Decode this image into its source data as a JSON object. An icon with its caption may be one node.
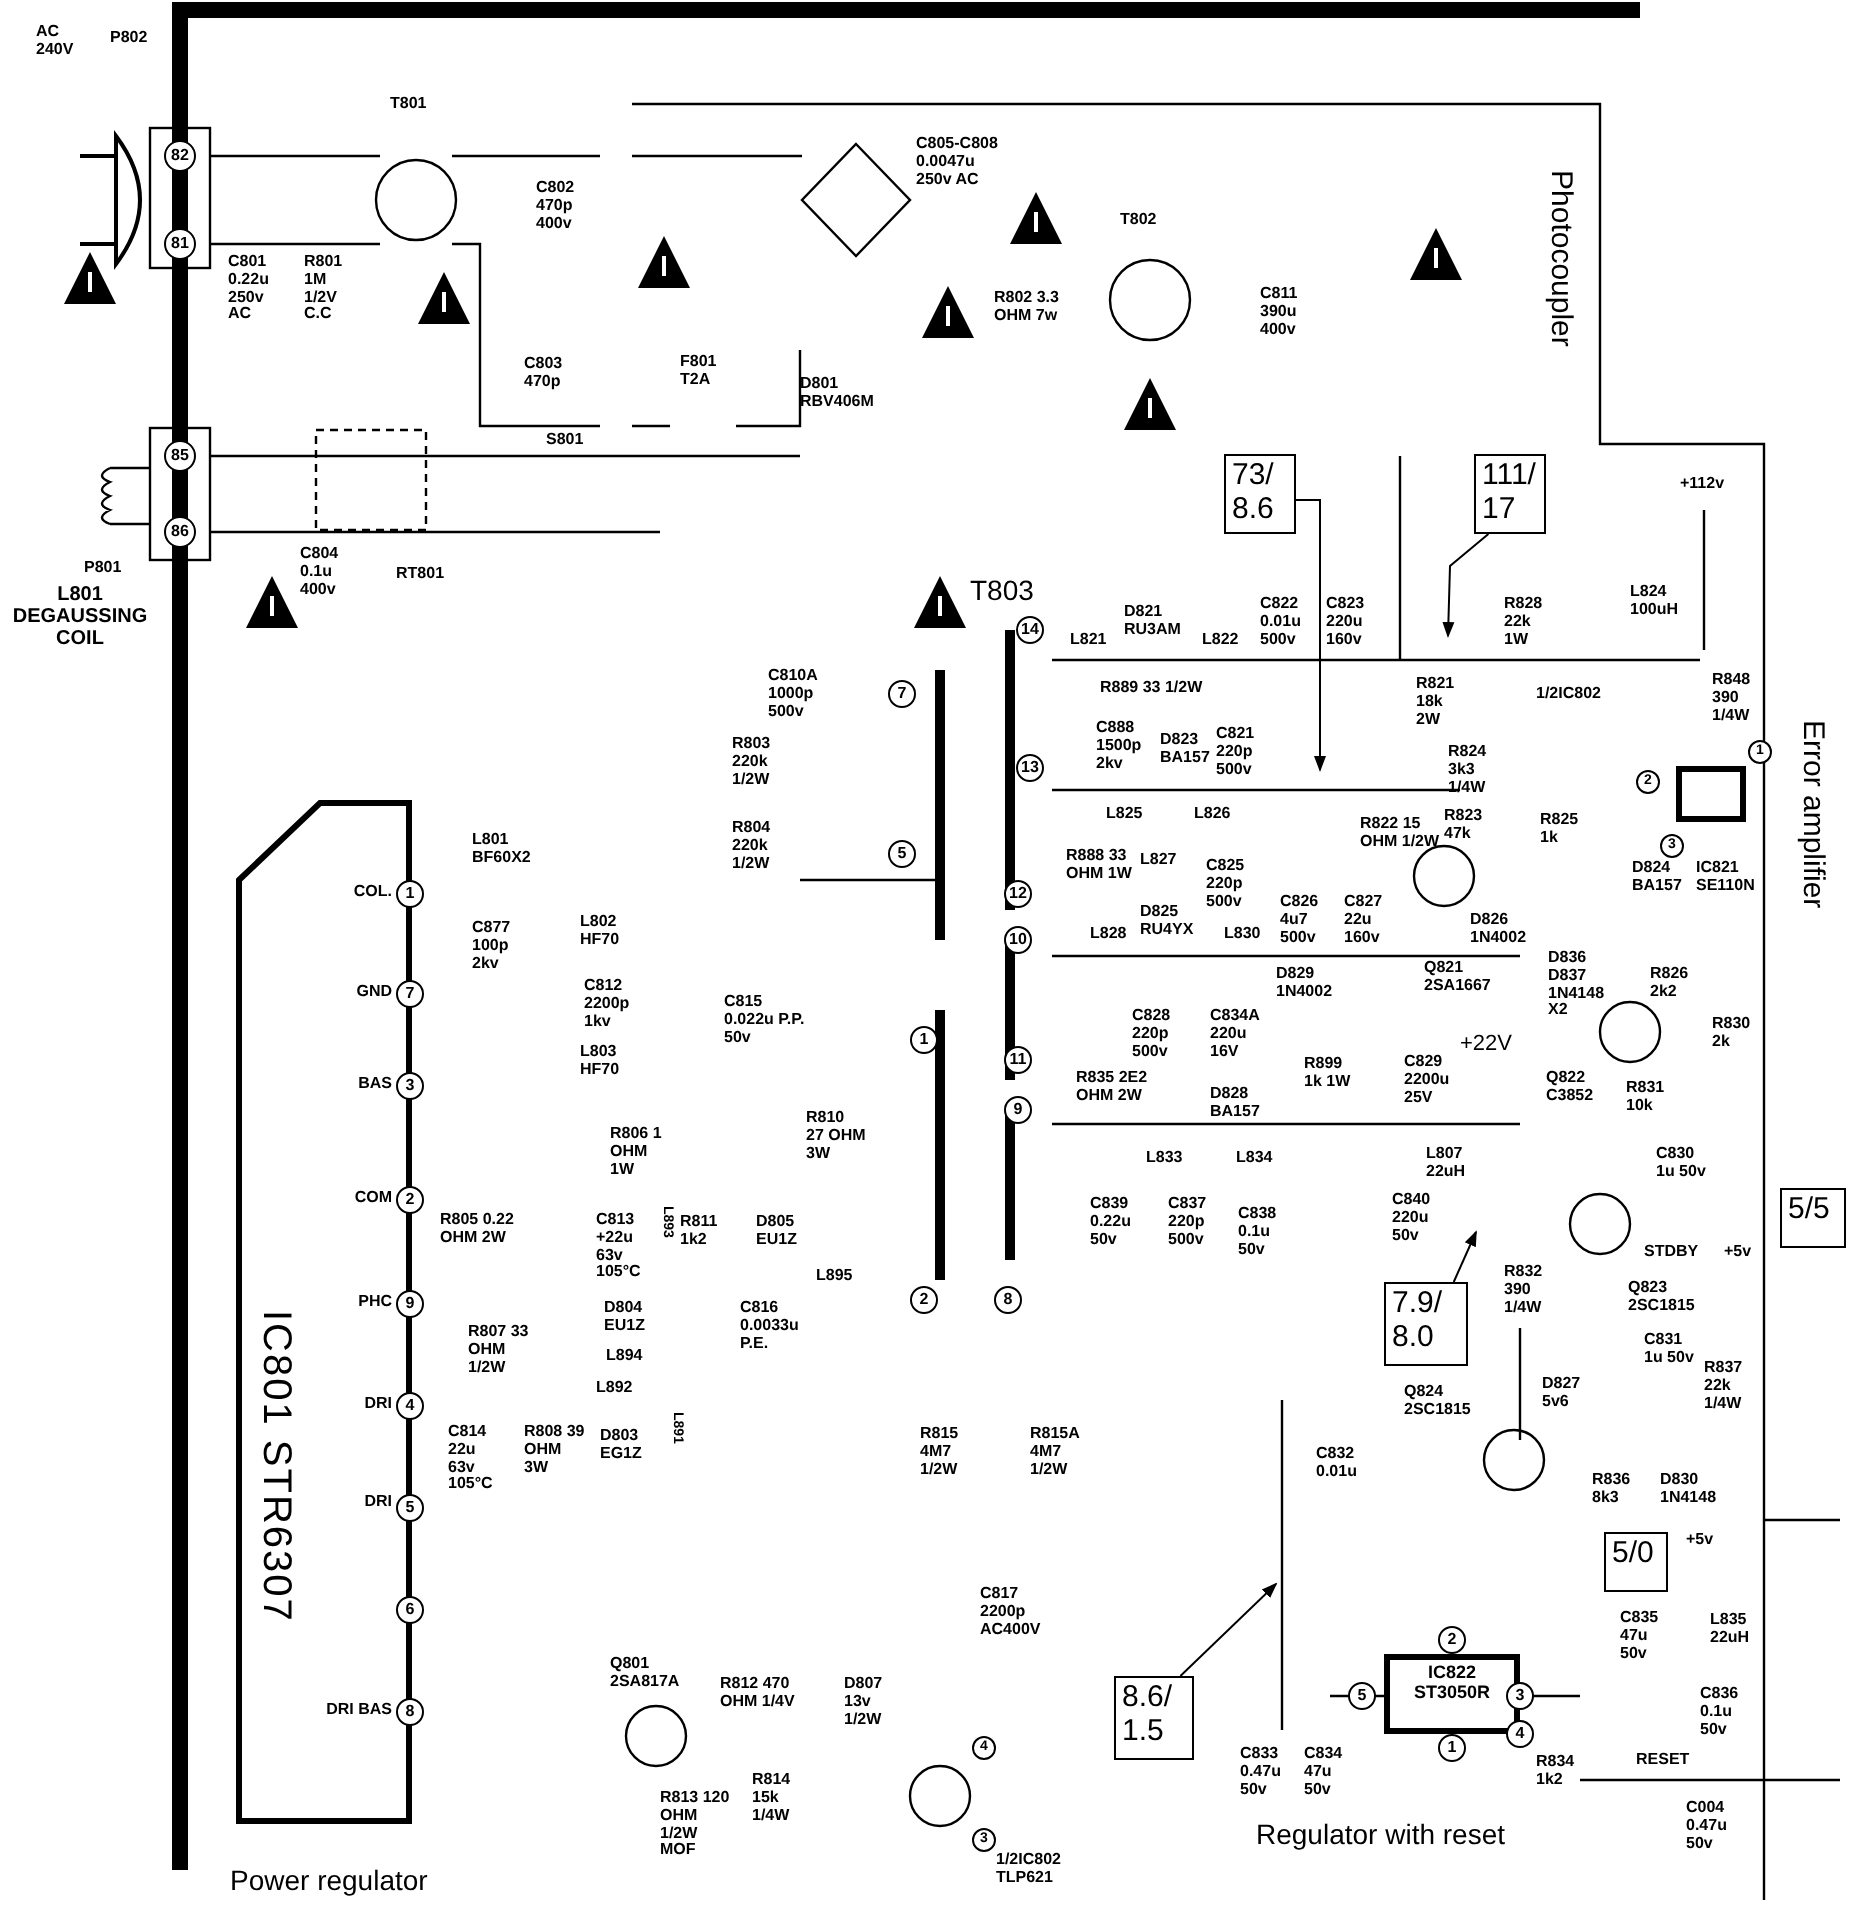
{
  "diagram": {
    "nodes": [
      {
        "text": [
          "73/ 8.6"
        ]
      },
      {
        "text": [
          "111/ 17"
        ]
      },
      {
        "text": [],
        "shape": "box"
      },
      {
        "text": [
          "IC801 STR6307"
        ]
      },
      {
        "text": [
          "5/5"
        ]
      },
      {
        "text": [
          "7.9/ 8.0"
        ]
      },
      {
        "text": [
          "5/0"
        ]
      },
      {
        "text": [
          "8.6/ 1.5"
        ]
      },
      {
        "text": [
          "IC822 ST3050R"
        ]
      }
    ],
    "edges": [
      {
        "from": 0,
        "to": null,
        "arrow": "to"
      },
      {
        "from": 1,
        "to": null,
        "arrow": "to"
      },
      {
        "from": 5,
        "to": null,
        "arrow": "to"
      },
      {
        "from": 7,
        "to": null,
        "arrow": "to"
      }
    ],
    "labels": [
      "AC 240V",
      "P802",
      "82",
      "81",
      "T801",
      "C801 0.22u 250v AC",
      "R801 1M 1/2V C.C",
      "C802 470p 400v",
      "C803 470p",
      "F801 T2A",
      "S801",
      "C805-C808 0.0047u 250v AC",
      "R802 3.3 OHM 7w",
      "T802",
      "C811 390u 400v",
      "D801 RBV406M",
      "Photocoupler",
      "85",
      "86",
      "C804 0.1u 400v",
      "RT801",
      "P801",
      "L801 DEGAUSSING COIL",
      "+112v",
      "L824 100uH",
      "T803",
      "C810A 1000p 500v",
      "7",
      "R803 220k 1/2W",
      "R804 220k 1/2W",
      "5",
      "14",
      "L821",
      "D821 RU3AM",
      "L822",
      "C822 0.01u 500v",
      "C823 220u 160v",
      "R828 22k 1W",
      "R889 33 1/2W",
      "C888 1500p 2kv",
      "D823 BA157",
      "C821 220p 500v",
      "R821 18k 2W",
      "1/2IC802",
      "R848 390 1/4W",
      "R824 3k3 1/4W",
      "13",
      "1",
      "2",
      "3",
      "L825",
      "L826",
      "R822 15 OHM 1/2W",
      "R823 47k",
      "R825 1k",
      "Error amplifier",
      "R888 33 OHM 1W",
      "L827",
      "C825 220p 500v",
      "D824 BA157",
      "IC821 SE110N",
      "12",
      "C826 4u7 500v",
      "C827 22u 160v",
      "D826 1N4002",
      "10",
      "L828",
      "D825 RU4YX",
      "L830",
      "D829 1N4002",
      "Q821 2SA1667",
      "D836 D837 1N4148 X2",
      "R826 2k2",
      "C828 220p 500v",
      "C834A 220u 16V",
      "R830 2k",
      "+22V",
      "11",
      "R835 2E2 OHM 2W",
      "R899 1k 1W",
      "C829 2200u 25V",
      "Q822 C3852",
      "R831 10k",
      "9",
      "D828 BA157",
      "L833",
      "L834",
      "L807 22uH",
      "C830 1u 50v",
      "C839 0.22u 50v",
      "C837 220p 500v",
      "C838 0.1u 50v",
      "C840 220u 50v",
      "R832 390 1/4W",
      "STDBY",
      "+5v",
      "Q823 2SC1815",
      "C831 1u 50v",
      "R837 22k 1/4W",
      "Q824 2SC1815",
      "D827 5v6",
      "C832 0.01u",
      "R836 8k3",
      "D830 1N4148",
      "+5v",
      "C835 47u 50v",
      "L835 22uH",
      "C836 0.1u 50v",
      "C833 0.47u 50v",
      "C834 47u 50v",
      "R834 1k2",
      "RESET",
      "C004 0.47u 50v",
      "Regulator with reset",
      "5",
      "2",
      "3",
      "4",
      "1",
      "COL.",
      "1",
      "L801 BF60X2",
      "C877 100p 2kv",
      "L802 HF70",
      "GND",
      "7",
      "C812 2200p 1kv",
      "C815 0.022u P.P. 50v",
      "1",
      "L803 HF70",
      "BAS",
      "3",
      "R806 1 OHM 1W",
      "R810 27 OHM 3W",
      "COM",
      "2",
      "R805 0.22 OHM 2W",
      "C813 +22u 63v 105°C",
      "L893",
      "R811 1k2",
      "D805 EU1Z",
      "L895",
      "PHC",
      "9",
      "2",
      "8",
      "D804 EU1Z",
      "C816 0.0033u P.E.",
      "R807 33 OHM 1/2W",
      "L894",
      "L892",
      "DRI",
      "4",
      "C814 22u 63v 105°C",
      "R808 39 OHM 3W",
      "D803 EG1Z",
      "L891",
      "R815 4M7 1/2W",
      "R815A 4M7 1/2W",
      "DRI",
      "5",
      "6",
      "C817 2200p AC400V",
      "Q801 2SA817A",
      "R812 470 OHM 1/4V",
      "D807 13v 1/2W",
      "DRI BAS",
      "8",
      "4",
      "R813 120 OHM 1/2W MOF",
      "R814 15k 1/4W",
      "3",
      "1/2IC802 TLP621",
      "Power regulator"
    ]
  }
}
